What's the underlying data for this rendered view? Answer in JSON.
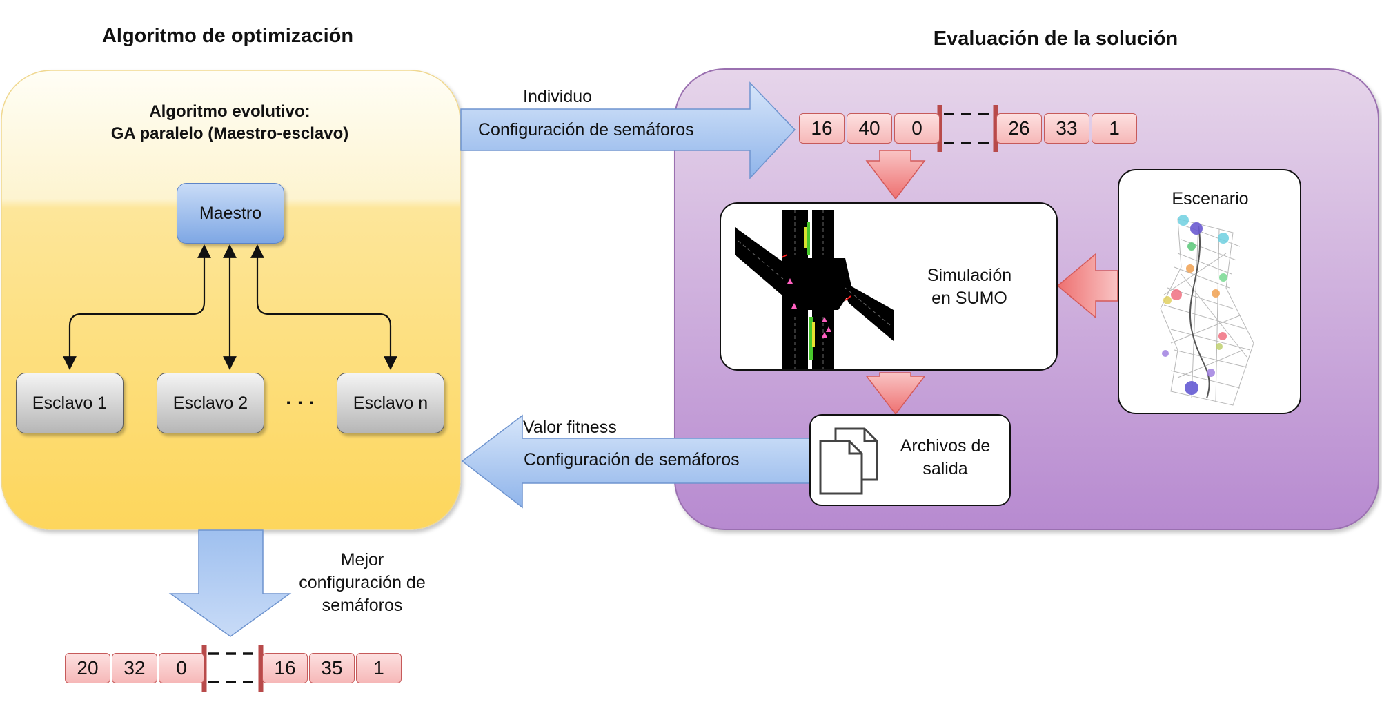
{
  "titles": {
    "left": "Algoritmo de optimización",
    "right": "Evaluación de la solución"
  },
  "optimization": {
    "subtitle_line1": "Algoritmo evolutivo:",
    "subtitle_line2": "GA paralelo (Maestro-esclavo)",
    "master": "Maestro",
    "slaves": [
      "Esclavo 1",
      "Esclavo 2",
      "Esclavo n"
    ],
    "ellipsis": ". . ."
  },
  "arrows": {
    "individual_title": "Individuo",
    "individual_label": "Configuración de semáforos",
    "fitness_title": "Valor fitness",
    "fitness_label": "Configuración de semáforos",
    "best_line1": "Mejor",
    "best_line2": "configuración de",
    "best_line3": "semáforos"
  },
  "individual_chromosome": {
    "start": [
      "16",
      "40",
      "0"
    ],
    "end": [
      "26",
      "33",
      "1"
    ]
  },
  "best_chromosome": {
    "start": [
      "20",
      "32",
      "0"
    ],
    "end": [
      "16",
      "35",
      "1"
    ]
  },
  "evaluation": {
    "simulation_line1": "Simulación",
    "simulation_line2": "en SUMO",
    "scenario": "Escenario",
    "output_line1": "Archivos de",
    "output_line2": "salida"
  },
  "colors": {
    "opt_panel_top": "#fefdf3",
    "opt_panel_bottom": "#fdd760",
    "eval_panel_top": "#e4d2e8",
    "eval_panel_bottom": "#b98bd0",
    "blue_arrow": "#a8c6ef",
    "red_arrow": "#f28585"
  }
}
